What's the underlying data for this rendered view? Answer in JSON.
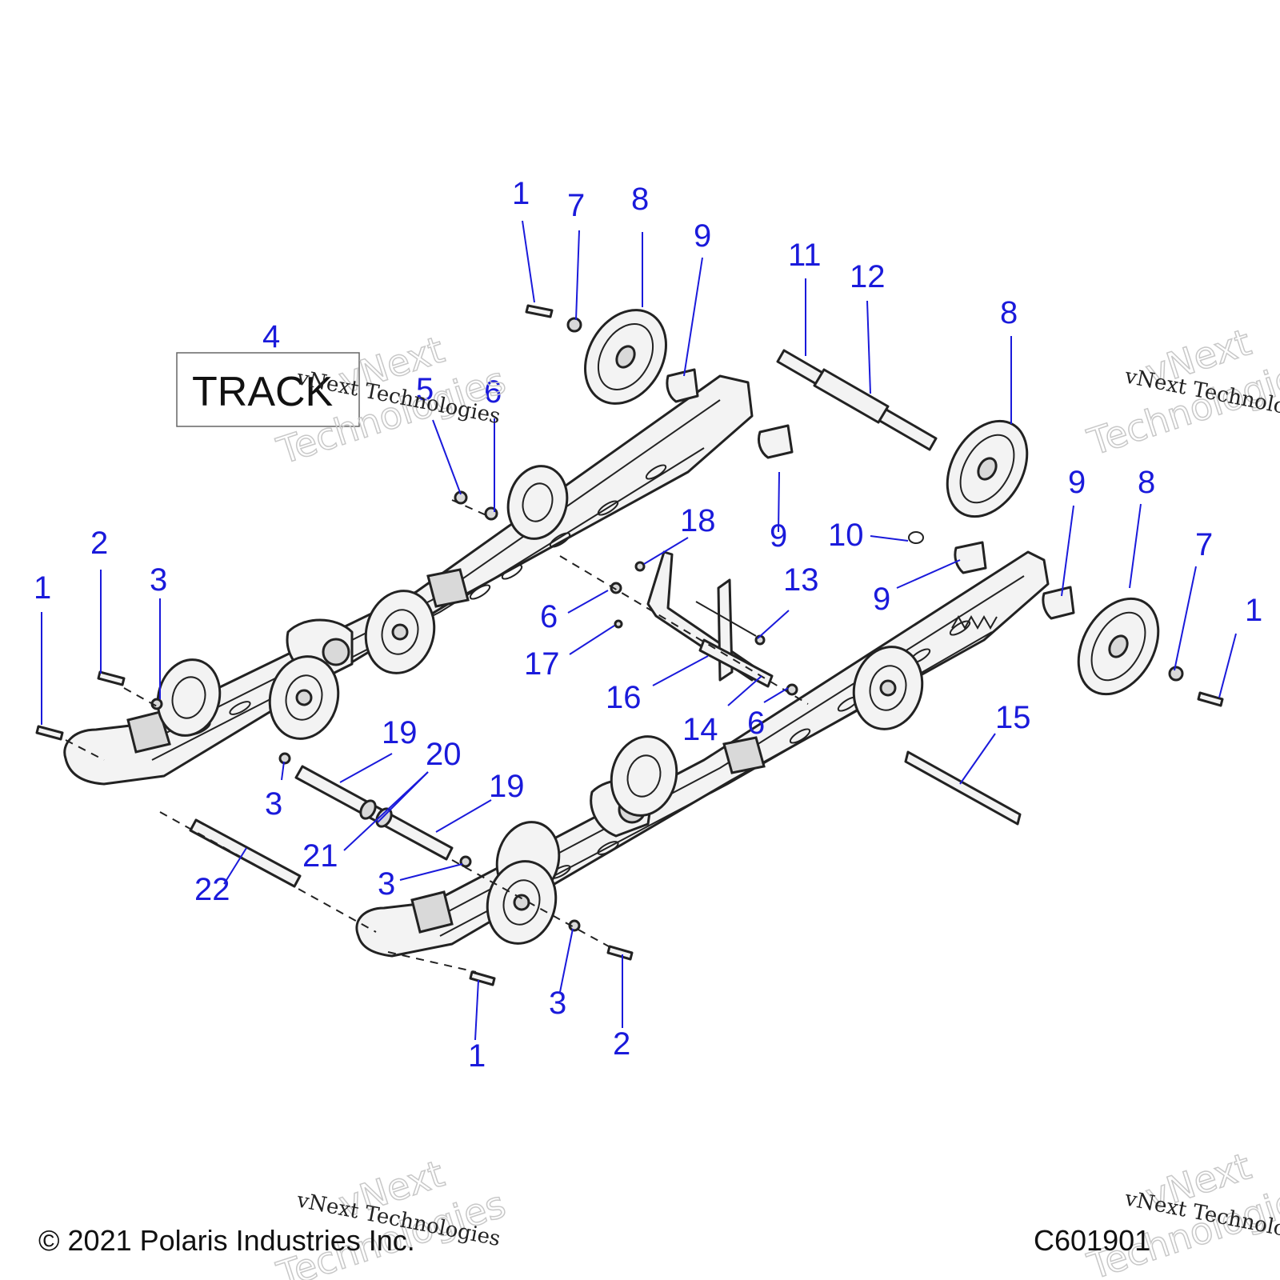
{
  "track_label": "TRACK",
  "copyright": "© 2021 Polaris Industries Inc.",
  "figure_code": "C601901",
  "watermark": {
    "line1": "vNext",
    "line2": "Technologies",
    "caption": "vNext Technologies"
  },
  "callouts": [
    "1",
    "7",
    "8",
    "9",
    "11",
    "12",
    "8",
    "4",
    "5",
    "6",
    "9",
    "18",
    "9",
    "10",
    "13",
    "9",
    "9",
    "8",
    "7",
    "1",
    "2",
    "3",
    "1",
    "6",
    "17",
    "16",
    "14",
    "6",
    "15",
    "19",
    "20",
    "19",
    "3",
    "21",
    "3",
    "22",
    "3",
    "1",
    "2"
  ]
}
